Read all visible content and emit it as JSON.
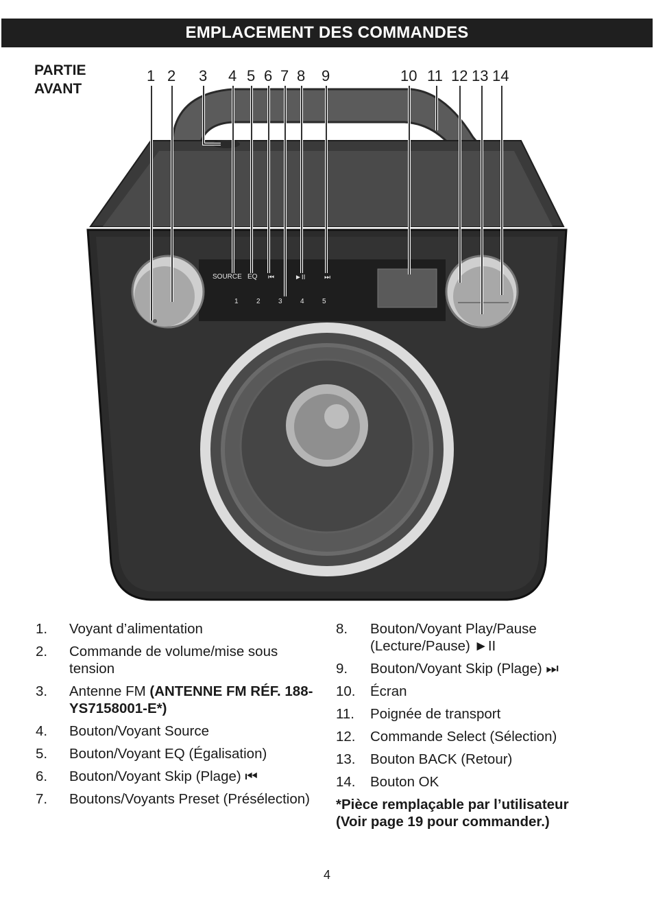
{
  "header": {
    "title": "EMPLACEMENT DES COMMANDES"
  },
  "section": {
    "line1": "PARTIE",
    "line2": "AVANT"
  },
  "callouts": [
    "1",
    "2",
    "3",
    "4",
    "5",
    "6",
    "7",
    "8",
    "9",
    "10",
    "11",
    "12",
    "13",
    "14"
  ],
  "panel": {
    "source": "SOURCE",
    "eq": "EQ",
    "presets": [
      "1",
      "2",
      "3",
      "4",
      "5"
    ]
  },
  "icons": {
    "skip_back": "skip-back-icon",
    "play_pause": "play-pause-icon",
    "skip_forward": "skip-forward-icon"
  },
  "items_left": [
    {
      "num": "1.",
      "text": "Voyant d’alimentation"
    },
    {
      "num": "2.",
      "text": "Commande de volume/mise sous tension"
    },
    {
      "num": "3.",
      "text": "Antenne FM ",
      "bold": "(ANTENNE FM RÉF. 188-YS7158001-E*)"
    },
    {
      "num": "4.",
      "text": "Bouton/Voyant Source"
    },
    {
      "num": "5.",
      "text": "Bouton/Voyant EQ (Égalisation)"
    },
    {
      "num": "6.",
      "text": "Bouton/Voyant Skip (Plage) ⏮"
    },
    {
      "num": "7.",
      "text": "Boutons/Voyants Preset (Présélection)"
    }
  ],
  "items_right": [
    {
      "num": "8.",
      "text": "Bouton/Voyant Play/Pause (Lecture/Pause) ►II"
    },
    {
      "num": "9.",
      "text": "Bouton/Voyant Skip (Plage) ⏭"
    },
    {
      "num": "10.",
      "text": "Écran"
    },
    {
      "num": "11.",
      "text": "Poignée de transport"
    },
    {
      "num": "12.",
      "text": "Commande Select (Sélection)"
    },
    {
      "num": "13.",
      "text": "Bouton BACK (Retour)"
    },
    {
      "num": "14.",
      "text": "Bouton OK"
    }
  ],
  "note": {
    "line1": "*Pièce remplaçable par l’utilisateur",
    "line2": "(Voir page 19 pour commander.)"
  },
  "page_number": "4"
}
